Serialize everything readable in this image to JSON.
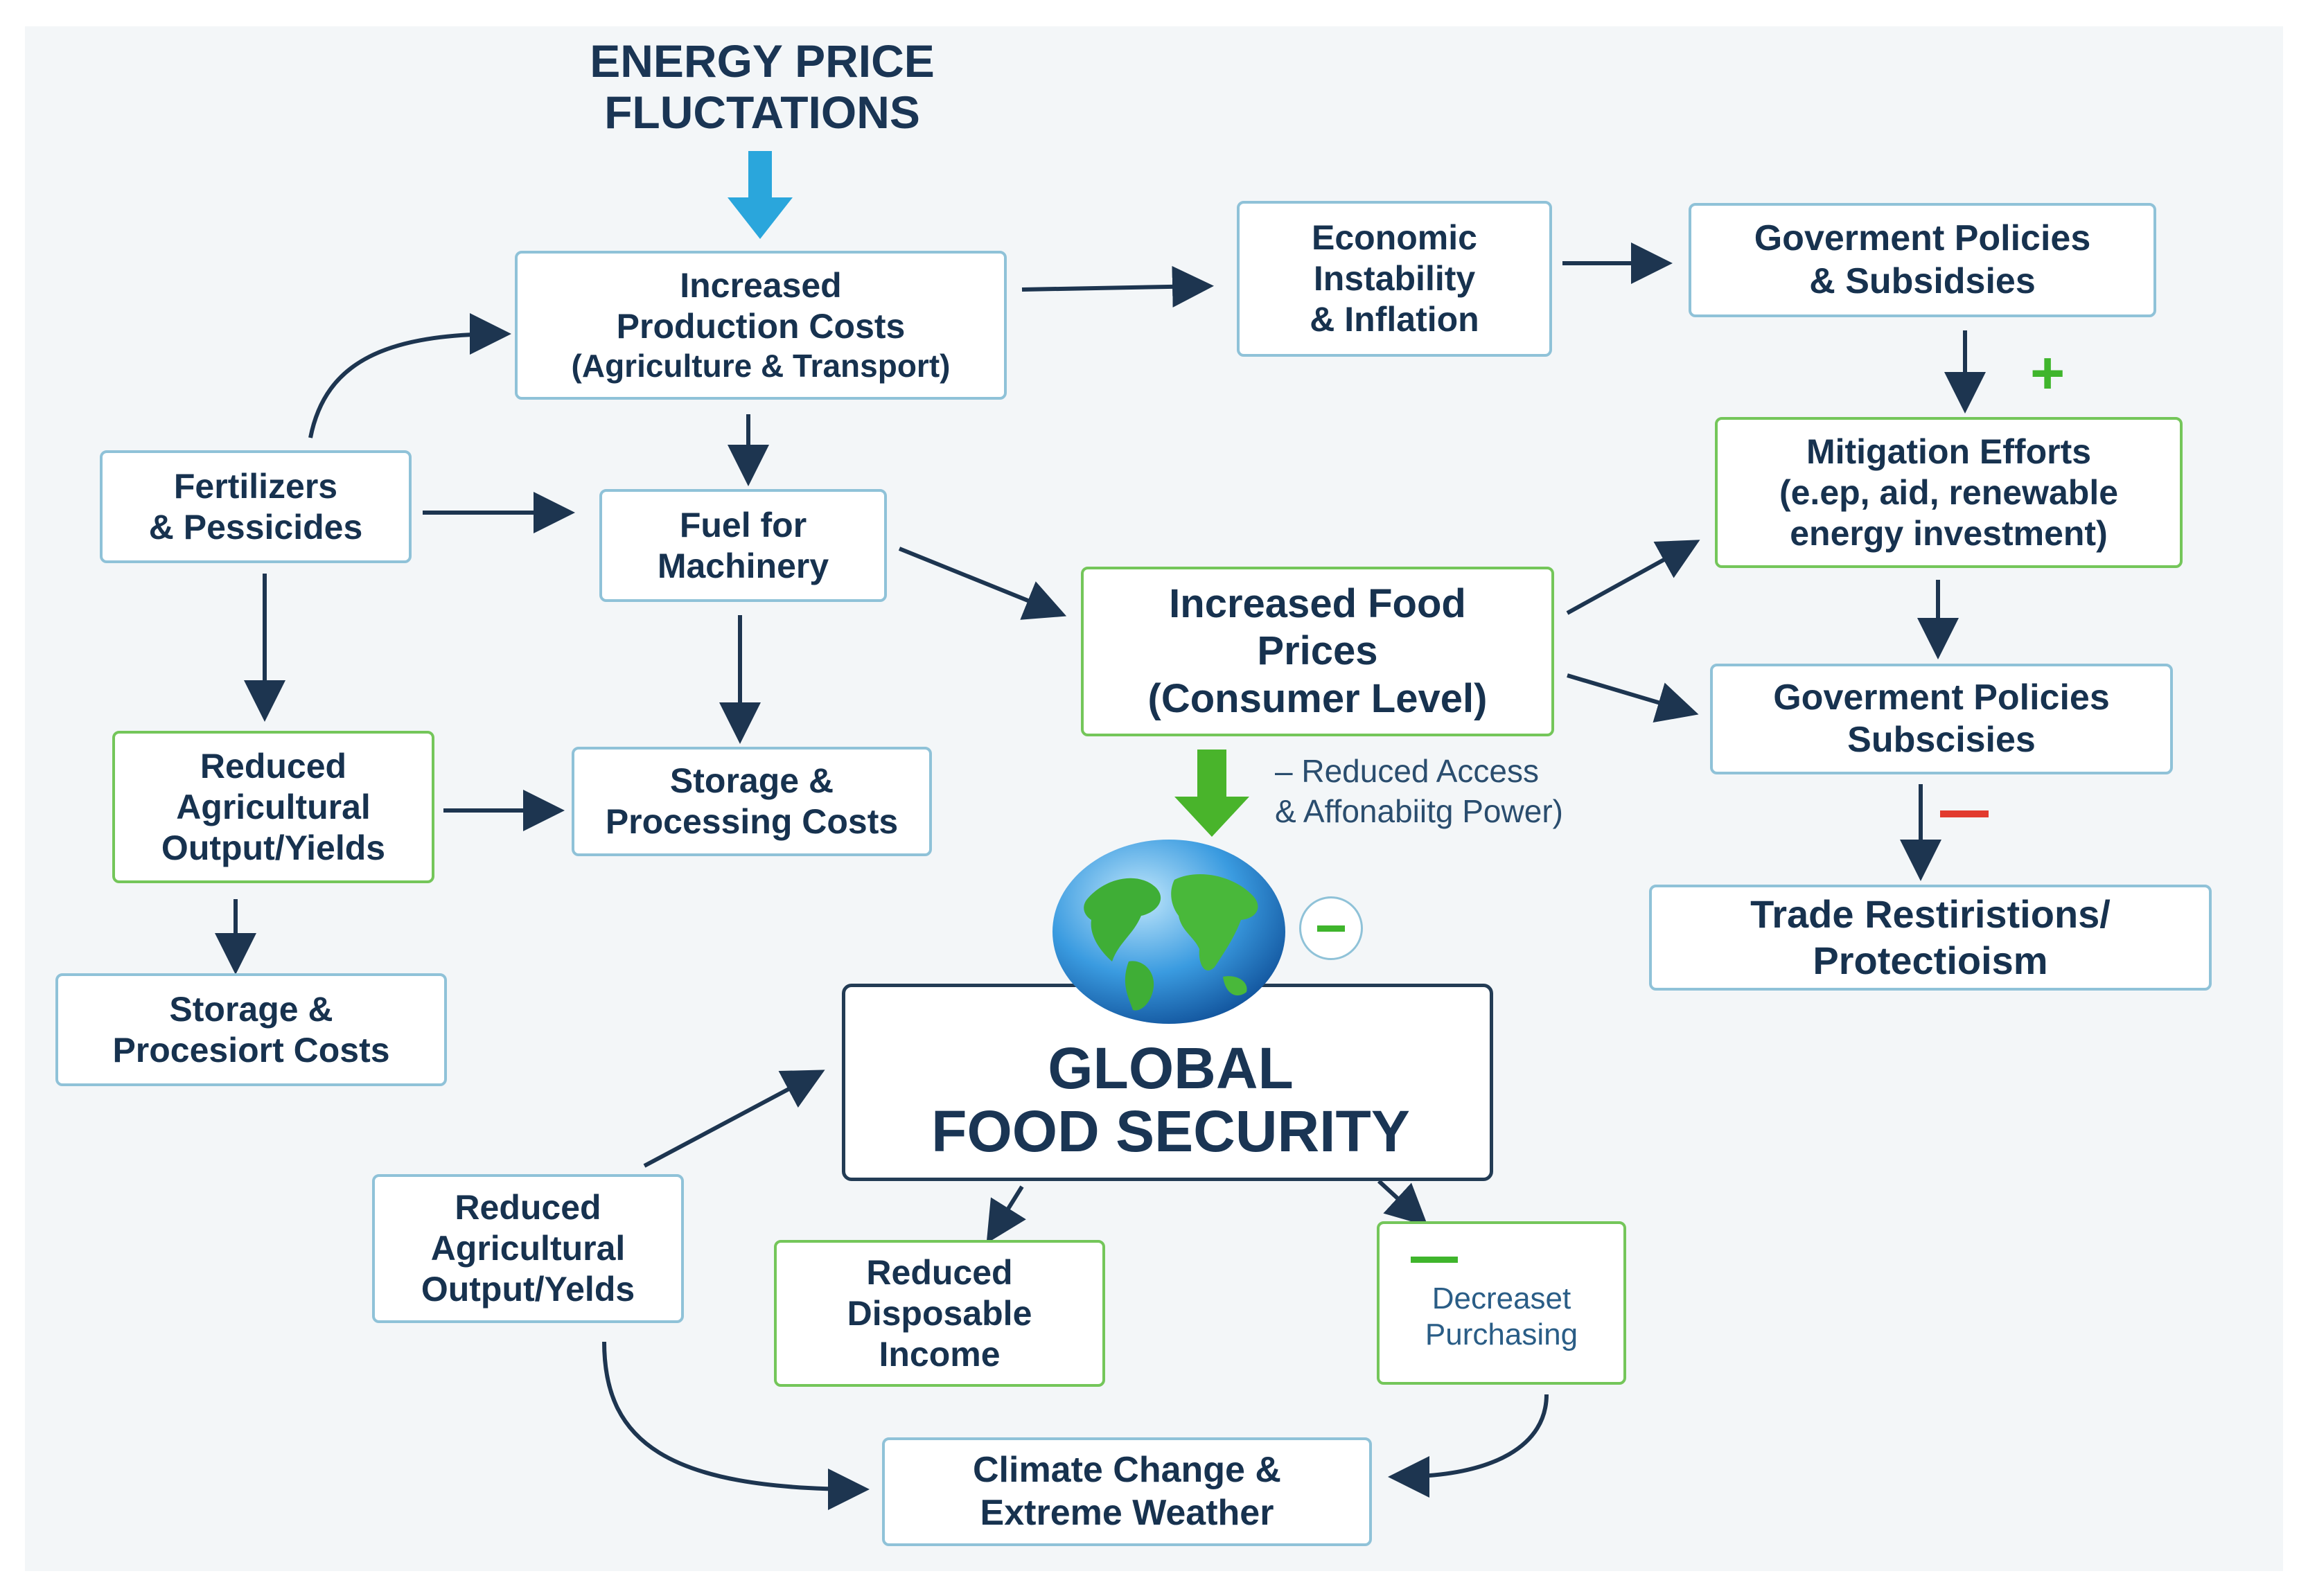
{
  "title": [
    "ENERGY PRICE",
    "FLUCTATIONS"
  ],
  "nodes": {
    "production_costs": [
      "Increased",
      "Production Costs",
      "(Agriculture & Transport)"
    ],
    "economic_instability": [
      "Economic",
      "Instability",
      "& Inflation"
    ],
    "gov_policies_top": [
      "Goverment Policies",
      "& Subsidsies"
    ],
    "fertilizers": [
      "Fertilizers",
      "& Pessicides"
    ],
    "fuel": [
      "Fuel for",
      "Machinery"
    ],
    "mitigation": [
      "Mitigation Efforts",
      "(e.ep, aid, renewable",
      "energy investment)"
    ],
    "food_prices": [
      "Increased Food",
      "Prices",
      "(Consumer Level)"
    ],
    "gov_policies_mid": [
      "Goverment Policies",
      "Subscisies"
    ],
    "reduced_output_left": [
      "Reduced",
      "Agricultural",
      "Output/Yields"
    ],
    "storage_processing": [
      "Storage &",
      "Processing Costs"
    ],
    "storage_procesiort": [
      "Storage &",
      "Procesiort Costs"
    ],
    "trade": [
      "Trade Restiristions/",
      "Protectioism"
    ],
    "global_food_security": [
      "GLOBAL",
      "FOOD SECURITY"
    ],
    "reduced_output_bottom": [
      "Reduced",
      "Agricultural",
      "Output/Yelds"
    ],
    "disposable_income": [
      "Reduced",
      "Disposable",
      "Income"
    ],
    "decreased_purchasing": [
      "Decreaset",
      "Purchasing"
    ],
    "climate": [
      "Climate Change &",
      "Extreme Weather"
    ]
  },
  "annotations": {
    "access_note": [
      "– Reduced Access",
      "& Affonabiitg Power)"
    ],
    "plus_sign": "+"
  },
  "colors": {
    "navy": "#17324f",
    "blue_border": "#8fc2d8",
    "green_border": "#74c65a",
    "cyan_arrow": "#2aa6dc",
    "green_arrow": "#49b42b",
    "red_minus": "#e23b2e"
  }
}
